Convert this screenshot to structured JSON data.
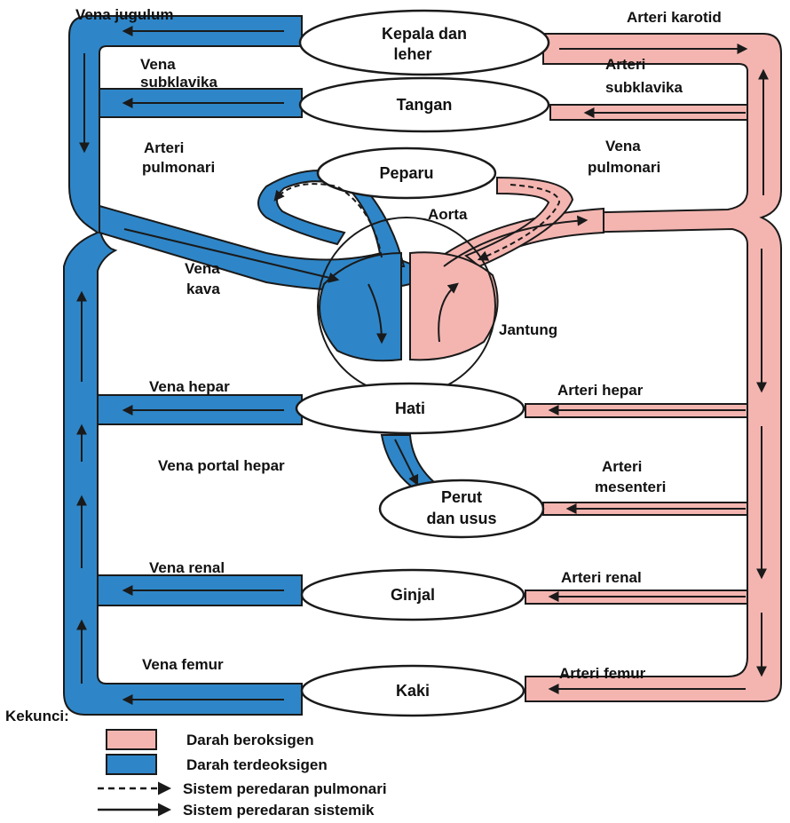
{
  "colors": {
    "oxygenated": "#f4b5b0",
    "deoxygenated": "#2e86c8",
    "line": "#1a1a1a",
    "background": "#ffffff"
  },
  "organs": {
    "head": [
      "Kepala dan",
      "leher"
    ],
    "arm": "Tangan",
    "lungs": "Peparu",
    "liver": "Hati",
    "gut": [
      "Perut",
      "dan usus"
    ],
    "kidney": "Ginjal",
    "leg": "Kaki",
    "heart": "Jantung"
  },
  "vessels": {
    "vena_jugulum": "Vena jugulum",
    "arteri_karotid": "Arteri karotid",
    "vena_subklavika": [
      "Vena",
      "subklavika"
    ],
    "arteri_subklavika": [
      "Arteri",
      "subklavika"
    ],
    "arteri_pulmonari": [
      "Arteri",
      "pulmonari"
    ],
    "vena_pulmonari": [
      "Vena",
      "pulmonari"
    ],
    "aorta": "Aorta",
    "vena_kava": [
      "Vena",
      "kava"
    ],
    "vena_hepar": "Vena hepar",
    "arteri_hepar": "Arteri hepar",
    "vena_portal_hepar": "Vena portal hepar",
    "arteri_mesenteri": [
      "Arteri",
      "mesenteri"
    ],
    "vena_renal": "Vena renal",
    "arteri_renal": "Arteri renal",
    "vena_femur": "Vena femur",
    "arteri_femur": "Arteri femur"
  },
  "legend": {
    "title": "Kekunci:",
    "oxygenated": "Darah beroksigen",
    "deoxygenated": "Darah terdeoksigen",
    "pulmonary": "Sistem peredaran pulmonari",
    "systemic": "Sistem peredaran sistemik"
  }
}
